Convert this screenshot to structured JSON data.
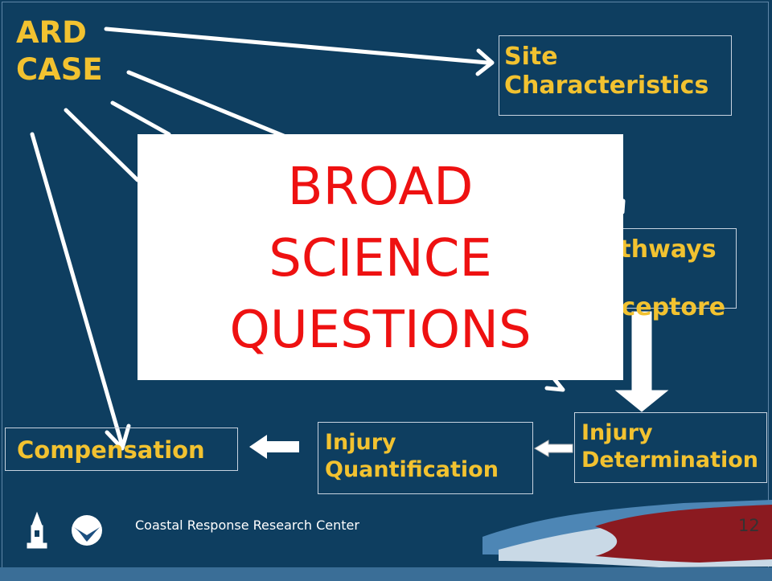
{
  "case_label": [
    "ARD",
    "CASE"
  ],
  "boxes": {
    "site": [
      "Site",
      "Characteristics"
    ],
    "ways": [
      "Pathways to",
      "Receptore"
    ],
    "injury_determination": [
      "Injury",
      "Determination"
    ],
    "injury_quantification": [
      "Injury",
      "Quantification"
    ],
    "compensation": "Compensation"
  },
  "overlay": [
    "BROAD",
    "SCIENCE",
    "QUESTIONS"
  ],
  "footer": {
    "organization": "Coastal Response Research Center",
    "page_number": "12"
  },
  "colors": {
    "background": "#0e3e60",
    "label_yellow": "#f2c230",
    "overlay_text_red": "#ee1111",
    "overlay_background": "#ffffff",
    "wave_red": "#8b1a20"
  },
  "icons": [
    "university-tower-logo",
    "noaa-logo"
  ]
}
